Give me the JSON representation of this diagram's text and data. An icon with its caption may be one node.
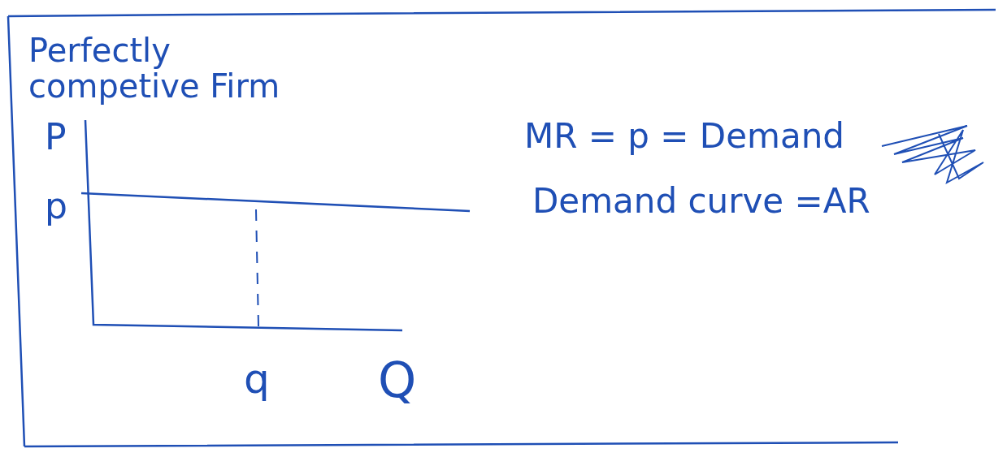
{
  "diagram": {
    "title": "Perfectly competive Firm",
    "labels": [
      "P",
      "p",
      "q",
      "Q",
      "MR = p = Demand",
      "Demand curve =AR"
    ]
  }
}
